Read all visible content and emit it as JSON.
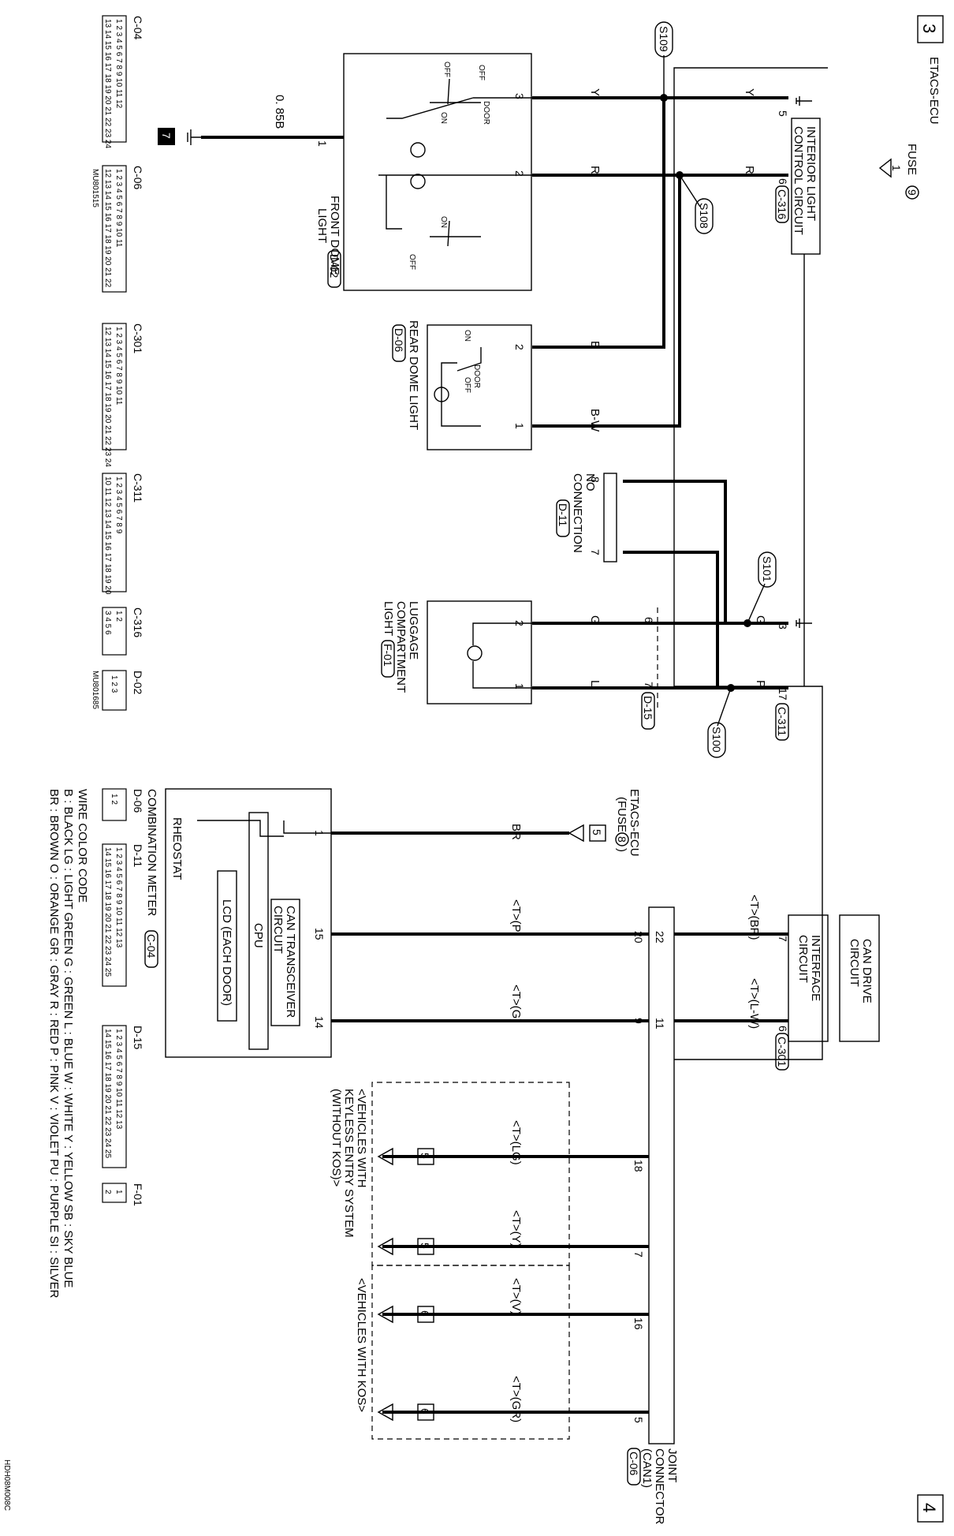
{
  "page": {
    "left_marker": "3",
    "right_marker": "4",
    "figure_code": "HDH08M008C"
  },
  "etacs": {
    "title": "ETACS-ECU",
    "fuse_label": "FUSE",
    "fuse_number": "9",
    "fuse_box_index": "1",
    "interior_light_circuit": [
      "INTERIOR LIGHT",
      "CONTROL CIRCUIT"
    ],
    "can_drive_circuit": [
      "CAN DRIVE",
      "CIRCUIT"
    ],
    "interface_circuit": [
      "INTERFACE",
      "CIRCUIT"
    ],
    "conn_c316": "C-316",
    "conn_c311": "C-311",
    "conn_c301": "C-301",
    "pins": {
      "p5": "5",
      "p6": "6",
      "p3": "3",
      "p17": "17",
      "p7": "7",
      "p6b": "6"
    }
  },
  "splices": {
    "s109": "S109",
    "s108": "S108",
    "s101": "S101",
    "s100": "S100"
  },
  "wires": {
    "y": "Y",
    "r": "R",
    "b": "B",
    "bw": "B-W",
    "g": "G",
    "p": "P",
    "l": "L",
    "br": "BR",
    "gauge_b": "0. 85B",
    "can_br": "<T>(BR)",
    "can_lw": "<T>(L-W)",
    "can_p": "<T>(P)",
    "can_g": "<T>(G)",
    "can_lg": "<T>(LG)",
    "can_y": "<T>(Y)",
    "can_v": "<T>(V)",
    "can_gr": "<T>(GR)"
  },
  "front_dome": {
    "title": [
      "FRONT DOME",
      "LIGHT"
    ],
    "conn": "D-02",
    "off1": "OFF",
    "off2": "OFF",
    "off3": "OFF",
    "on1": "ON",
    "on2": "ON",
    "door": "DOOR",
    "pin3": "3",
    "pin2": "2",
    "pin1": "1"
  },
  "ground_box": "7",
  "rear_dome": {
    "title": "REAR DOME LIGHT",
    "conn": "D-06",
    "on": "ON",
    "door": "DOOR",
    "off": "OFF",
    "pin2": "2",
    "pin1": "1"
  },
  "no_connection": {
    "title": [
      "NO",
      "CONNECTION"
    ],
    "conn": "D-11",
    "pin8": "8",
    "pin7": "7"
  },
  "luggage": {
    "title": [
      "LUGGAGE",
      "COMPARTMENT",
      "LIGHT"
    ],
    "conn": "F-01",
    "pin2": "2",
    "pin1": "1",
    "d15": "D-15",
    "pin6": "6",
    "pin7": "7"
  },
  "meter": {
    "title": "COMBINATION METER",
    "conn": "C-04",
    "etacs_fuse": [
      "ETACS-ECU",
      "(FUSE",
      "8",
      ")"
    ],
    "fuse_box": "5",
    "rheostat": "RHEOSTAT",
    "cpu": "CPU",
    "lcd": "LCD (EACH DOOR)",
    "can_trans": [
      "CAN TRANSCEIVER",
      "CIRCUIT"
    ],
    "pin1": "1",
    "pin15": "15",
    "pin14": "14"
  },
  "joint": {
    "title": [
      "JOINT",
      "CONNECTOR",
      "(CAN1)"
    ],
    "conn": "C-06",
    "pin22": "22",
    "pin11": "11",
    "pin20": "20",
    "pin9": "9",
    "pin18": "18",
    "pin7": "7",
    "pin16": "16",
    "pin5": "5"
  },
  "keyless": {
    "group_a": [
      "<VEHICLES WITH",
      "KEYLESS ENTRY SYSTEM",
      "(WITHOUT KOS)>"
    ],
    "group_b": "<VEHICLES WITH KOS>",
    "box_a": "5",
    "box_b": "6"
  },
  "connectors": {
    "c04": "C-04",
    "c04_rows": [
      "1 2 3 4 5 6 7 8 9 10 11 12",
      "13 14 15 16 17 18 19 20 21 22 23 24"
    ],
    "c06": "C-06",
    "c06_code": "MU801515",
    "c06_rows": [
      "1 2 3 4 5 6 7 8 9 10 11",
      "12 13 14 15 16 17 18 19 20 21 22"
    ],
    "c301": "C-301",
    "c301_rows": [
      "1 2 3 4 5 6 7 8 9 10 11",
      "12 13 14 15 16 17 18 19 20 21 22 23 24"
    ],
    "c311": "C-311",
    "c311_rows": [
      "1 2 3 4 5 6 7 8 9",
      "10 11 12 13 14 15 16 17 18 19 20"
    ],
    "c316": "C-316",
    "c316_rows": [
      "1 2",
      "3 4 5 6"
    ],
    "d02": "D-02",
    "d02_code": "MU801685",
    "d02_rows": [
      "1 2 3"
    ],
    "d06": "D-06",
    "d06_rows": [
      "1 2"
    ],
    "d11": "D-11",
    "d11_rows": [
      "1 2 3 4 5 6 7 8 9 10 11 12 13",
      "14 15 16 17 18 19 20 21 22 23 24 25"
    ],
    "d15": "D-15",
    "d15_rows": [
      "1 2 3 4 5 6 7 8 9 10 11 12 13",
      "14 15 16 17 18 19 20 21 22 23 24 25"
    ],
    "f01": "F-01",
    "f01_rows": [
      "1",
      "2"
    ]
  },
  "wire_color_code": {
    "title": "WIRE COLOR CODE",
    "line1": "B : BLACK   LG : LIGHT GREEN   G : GREEN   L : BLUE   W : WHITE   Y : YELLOW   SB : SKY BLUE",
    "line2": "BR : BROWN   O : ORANGE   GR : GRAY   R : RED   P : PINK   V : VIOLET   PU : PURPLE   SI : SILVER"
  }
}
